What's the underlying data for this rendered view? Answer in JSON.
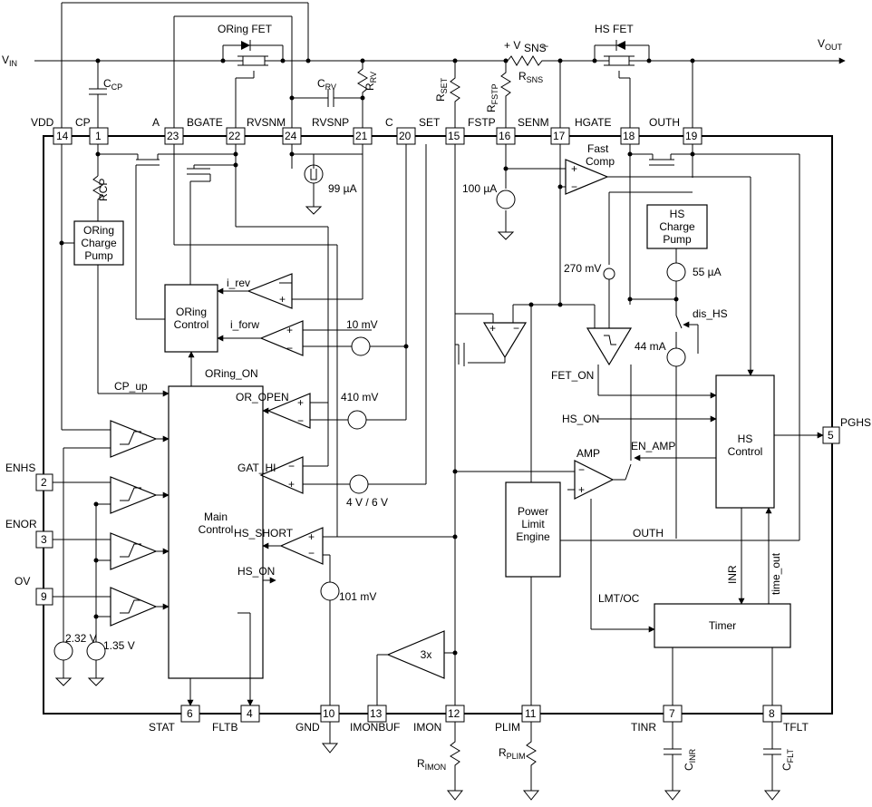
{
  "pins": [
    {
      "num": "14",
      "label": "VDD"
    },
    {
      "num": "1",
      "label": "CP"
    },
    {
      "num": "23",
      "label": "A"
    },
    {
      "num": "22",
      "label": "BGATE"
    },
    {
      "num": "24",
      "label": "RVSNM"
    },
    {
      "num": "21",
      "label": "RVSNP"
    },
    {
      "num": "20",
      "label": "C"
    },
    {
      "num": "15",
      "label": "SET"
    },
    {
      "num": "16",
      "label": "FSTP"
    },
    {
      "num": "17",
      "label": "SENM"
    },
    {
      "num": "18",
      "label": "HGATE"
    },
    {
      "num": "19",
      "label": "OUTH"
    },
    {
      "num": "2",
      "label": "ENHS"
    },
    {
      "num": "3",
      "label": "ENOR"
    },
    {
      "num": "9",
      "label": "OV"
    },
    {
      "num": "5",
      "label": "PGHS"
    },
    {
      "num": "6",
      "label": "STAT"
    },
    {
      "num": "4",
      "label": "FLTB"
    },
    {
      "num": "10",
      "label": "GND"
    },
    {
      "num": "13",
      "label": "IMONBUF"
    },
    {
      "num": "12",
      "label": "IMON"
    },
    {
      "num": "11",
      "label": "PLIM"
    },
    {
      "num": "7",
      "label": "TINR"
    },
    {
      "num": "8",
      "label": "TFLT"
    }
  ],
  "external": {
    "vin": "V",
    "vin_sub": "IN",
    "vout": "V",
    "vout_sub": "OUT",
    "oring_fet": "ORing  FET",
    "hs_fet": "HS  FET",
    "vsns": "+ V",
    "vsns_sub": "SNS",
    "vsns_minus": "–",
    "rsns": "R",
    "rsns_sub": "SNS",
    "ccp": "C",
    "ccp_sub": "CP",
    "crv": "C",
    "crv_sub": "RV",
    "rrv": "R",
    "rrv_sub": "RV",
    "rset": "R",
    "rset_sub": "SET",
    "rfstp": "R",
    "rfstp_sub": "FSTP",
    "rimon": "R",
    "rimon_sub": "IMON",
    "rplim": "R",
    "rplim_sub": "PLIM",
    "cinr": "C",
    "cinr_sub": "INR",
    "cflt": "C",
    "cflt_sub": "FLT"
  },
  "blocks": {
    "oring_charge_pump": [
      "ORing",
      "Charge",
      "Pump"
    ],
    "oring_control": [
      "ORing",
      "Control"
    ],
    "main_control": [
      "Main",
      "Control"
    ],
    "hs_charge_pump": [
      "HS",
      "Charge",
      "Pump"
    ],
    "hs_control": [
      "HS",
      "Control"
    ],
    "power_limit_engine": [
      "Power",
      "Limit",
      "Engine"
    ],
    "timer": "Timer",
    "buffer_3x": "3x"
  },
  "signals": {
    "rcp": "RCP",
    "i_rev": "i_rev",
    "i_forw": "i_forw",
    "oring_on": "ORing_ON",
    "cp_up": "CP_up",
    "or_open": "OR_OPEN",
    "gat_hi": "GAT_HI",
    "hs_short": "HS_SHORT",
    "hs_on_main": "HS_ON",
    "hs_on_in": "HS_ON",
    "fast_comp": [
      "Fast",
      "Comp"
    ],
    "fet_on": "FET_ON",
    "amp": "AMP",
    "en_amp": "EN_AMP",
    "dis_hs": "dis_HS",
    "outh_net": "OUTH",
    "lmt_oc": "LMT/OC",
    "inr": "INR",
    "time_out": "time_out"
  },
  "sources": {
    "i_99": "99 µA",
    "i_100": "100 µA",
    "i_55": "55 µA",
    "i_44": "44 mA",
    "v_270": "270 mV",
    "v_10": "10 mV",
    "v_410": "410 mV",
    "v_4_6": "4 V / 6 V",
    "v_101": "101 mV",
    "v_232": "2.32 V",
    "v_135": "1.35 V"
  }
}
